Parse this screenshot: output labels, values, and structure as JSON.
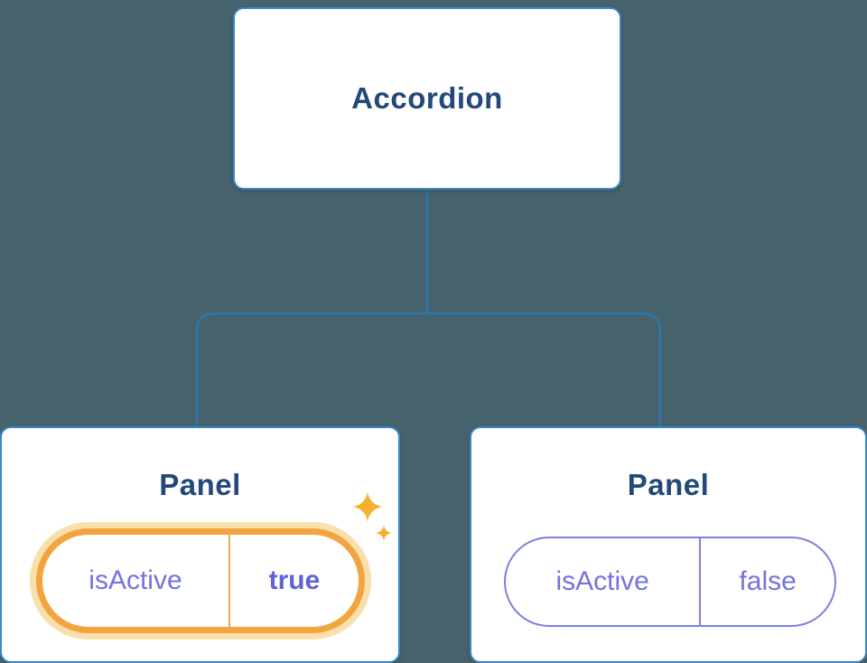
{
  "diagram": {
    "root": {
      "label": "Accordion"
    },
    "children": [
      {
        "label": "Panel",
        "state": {
          "key": "isActive",
          "value": "true"
        },
        "highlighted": true
      },
      {
        "label": "Panel",
        "state": {
          "key": "isActive",
          "value": "false"
        },
        "highlighted": false
      }
    ]
  },
  "icons": {
    "sparkle": "sparkle-icon"
  },
  "colors": {
    "background": "#47636E",
    "connector_line": "#2B77AE",
    "node_border": "#3A86C8",
    "node_text": "#23497A",
    "state_text": "#7174DD",
    "state_value_active_text": "#5F63D6",
    "active_pill_border": "#F2A43E",
    "active_pill_glow": "#F8E0AC",
    "inactive_pill_border": "#7B80E0",
    "sparkle": "#F6B02F"
  }
}
